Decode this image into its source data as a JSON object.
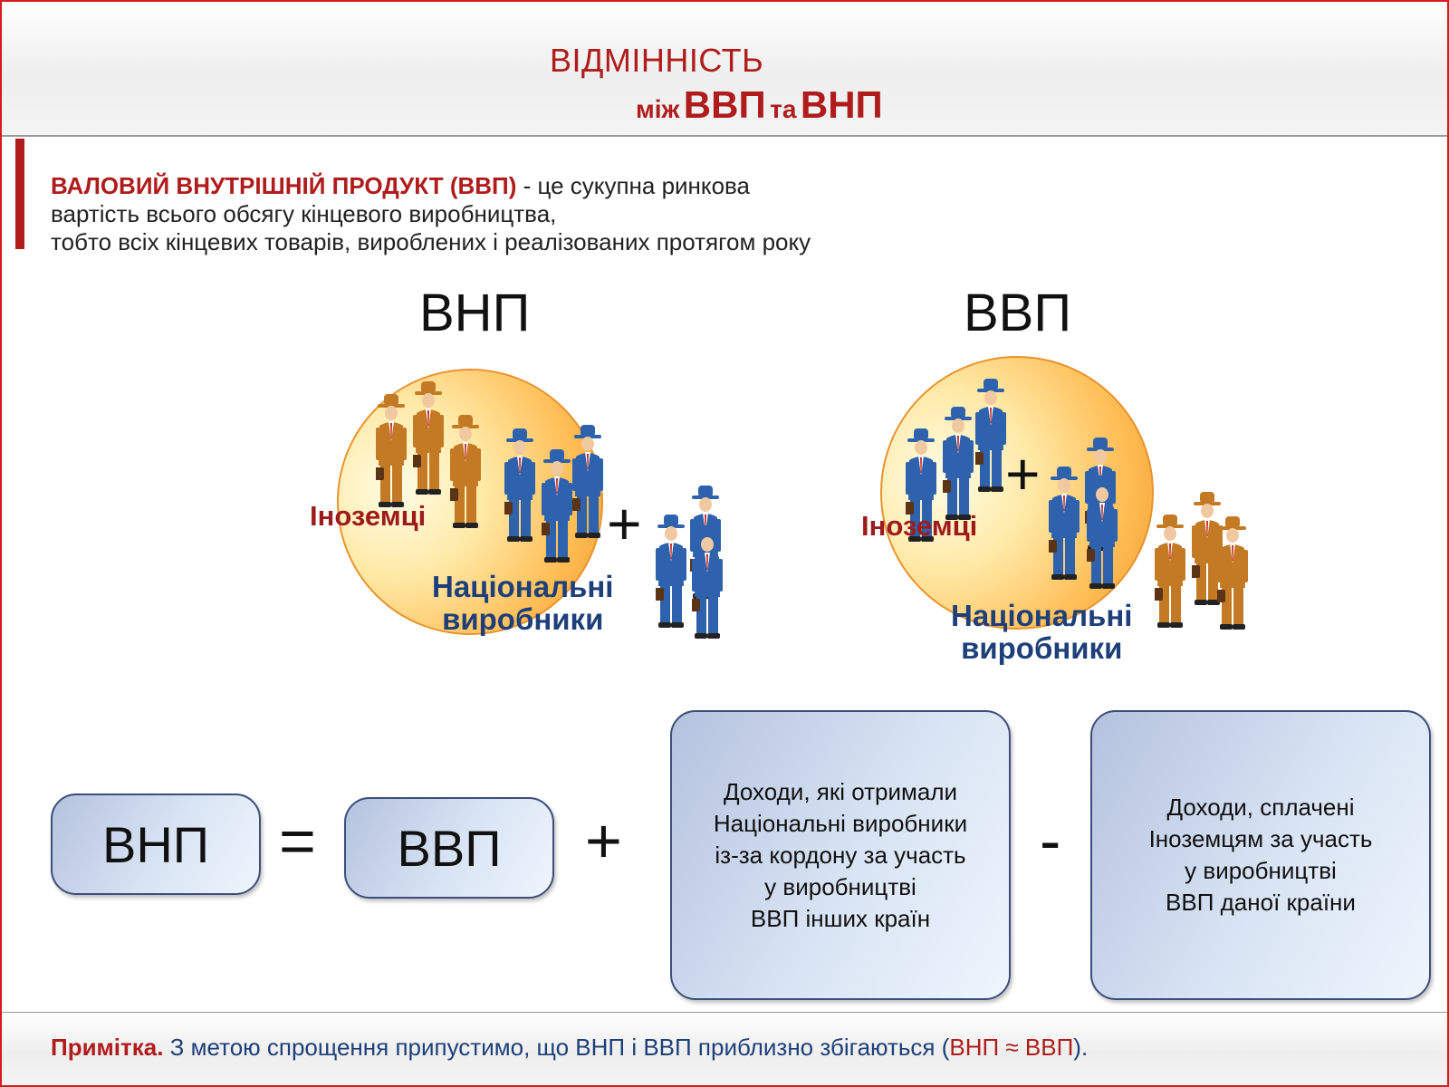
{
  "title": {
    "line1": "ВІДМІННІСТЬ",
    "between": "між",
    "gdp": "ВВП",
    "and": "та",
    "gnp": "ВНП"
  },
  "definition": {
    "term": "ВАЛОВИЙ ВНУТРІШНІЙ ПРОДУКТ (ВВП)",
    "line1_rest": " - це сукупна ринкова",
    "line2": "вартість всього обсягу кінцевого виробництва,",
    "line3": "тобто всіх кінцевих товарів, вироблених і реалізованих протягом року"
  },
  "diagrams": {
    "left": {
      "heading": "ВНП",
      "foreigners": "Іноземці",
      "national_line1": "Національні",
      "national_line2": "виробники",
      "plus": "+"
    },
    "right": {
      "heading": "ВВП",
      "foreigners": "Іноземці",
      "national_line1": "Національні",
      "national_line2": "виробники",
      "plus": "+"
    }
  },
  "equation": {
    "lhs": "ВНП",
    "equals": "=",
    "term1": "ВВП",
    "plus": "+",
    "minus": "-",
    "income_received": [
      "Доходи, які отримали",
      "Національні виробники",
      "із-за кордону за участь",
      "у виробництві",
      "ВВП інших країн"
    ],
    "income_paid": [
      "Доходи, сплачені",
      "Іноземцям за участь",
      "у виробництві",
      "ВВП даної країни"
    ]
  },
  "note": {
    "label": "Примітка.",
    "text": " З метою спрощення припустимо, що ВНП і ВВП приблизно збігаються (",
    "formula": "ВНП ≈ ВВП",
    "close": ")."
  },
  "colors": {
    "accent": "#b01b1b",
    "navy": "#1e3f7a",
    "foreign_figure": "#c47a25",
    "national_figure": "#2f62ad",
    "box_border": "#3d4e7a"
  },
  "icons": {
    "foreign_producer": "businessman-icon-brown",
    "national_producer": "businessman-icon-blue"
  }
}
